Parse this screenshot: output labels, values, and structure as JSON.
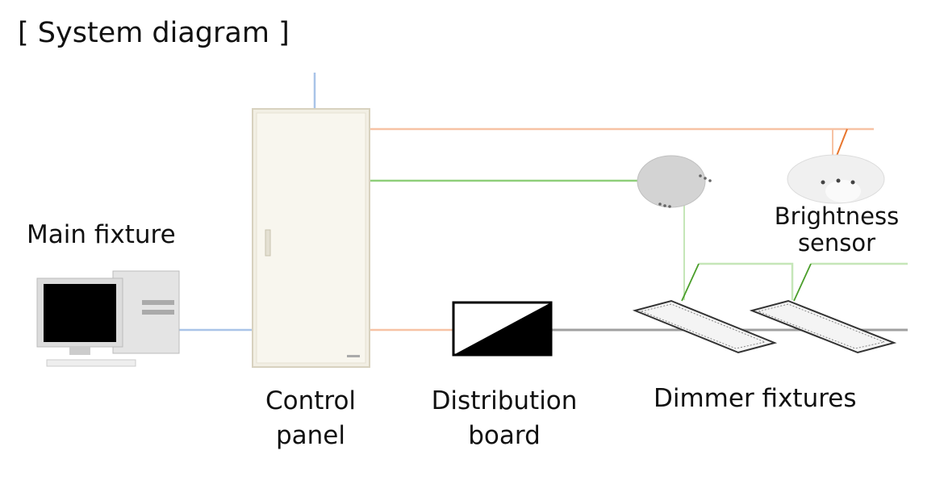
{
  "title": "[ System diagram ]",
  "labels": {
    "main_fixture": "Main fixture",
    "control_panel": [
      "Control",
      "panel"
    ],
    "distribution_board": [
      "Distribution",
      "board"
    ],
    "dimmer_fixtures": "Dimmer fixtures",
    "brightness_sensor": [
      "Brightness",
      "sensor"
    ]
  },
  "colors": {
    "network_line": "#a9c4e8",
    "power_line": "#f5b896",
    "signal_line": "#8fcf7a",
    "load_line": "#a0a0a0"
  }
}
